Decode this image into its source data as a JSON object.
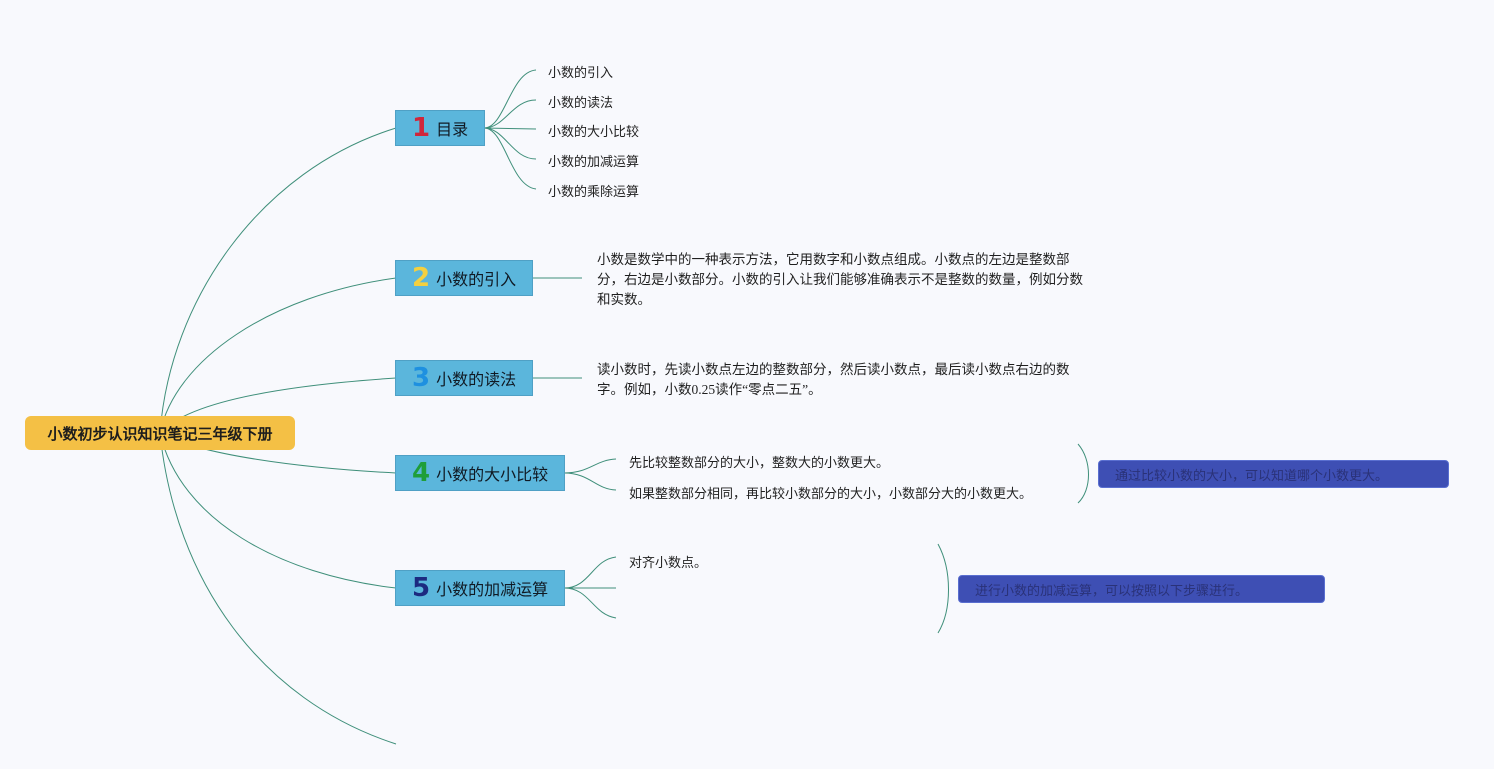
{
  "root": {
    "label": "小数初步认识知识笔记三年级下册"
  },
  "topics": [
    {
      "number": "1",
      "label": "目录",
      "number_color": "#d0263b"
    },
    {
      "number": "2",
      "label": "小数的引入",
      "number_color": "#f4d03f"
    },
    {
      "number": "3",
      "label": "小数的读法",
      "number_color": "#1e90e0"
    },
    {
      "number": "4",
      "label": "小数的大小比较",
      "number_color": "#1f9e3a"
    },
    {
      "number": "5",
      "label": "小数的加减运算",
      "number_color": "#1c2a80"
    }
  ],
  "toc_items": [
    "小数的引入",
    "小数的读法",
    "小数的大小比较",
    "小数的加减运算",
    "小数的乘除运算"
  ],
  "intro_text": "小数是数学中的一种表示方法，它用数字和小数点组成。小数点的左边是整数部分，右边是小数部分。小数的引入让我们能够准确表示不是整数的数量，例如分数和实数。",
  "reading_text": "读小数时，先读小数点左边的整数部分，然后读小数点，最后读小数点右边的数字。例如，小数0.25读作“零点二五”。",
  "compare_items": [
    "先比较整数部分的大小，整数大的小数更大。",
    "如果整数部分相同，再比较小数部分的大小，小数部分大的小数更大。"
  ],
  "compare_summary": "通过比较小数的大小，可以知道哪个小数更大。",
  "addsub_items": [
    "对齐小数点。",
    "",
    ""
  ],
  "addsub_summary": "进行小数的加减运算，可以按照以下步骤进行。",
  "colors": {
    "line": "#3f8f7a",
    "root": "#f4c045",
    "topic": "#5bb6dc",
    "summary": "#3e4fb4"
  }
}
